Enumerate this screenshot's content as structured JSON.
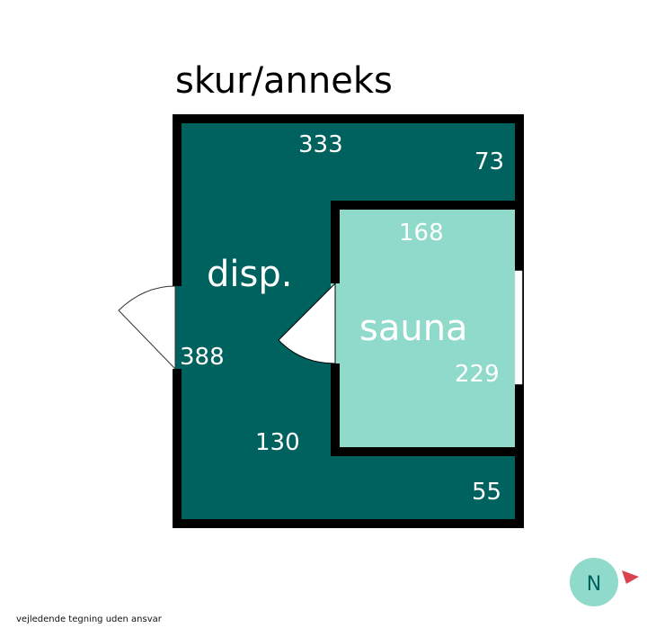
{
  "title": "skur/anneks",
  "rooms": [
    {
      "name": "disp.",
      "color": "#00625e"
    },
    {
      "name": "sauna",
      "color": "#8fdacb"
    }
  ],
  "dimensions": {
    "top_width": "333",
    "top_right_depth": "73",
    "sauna_width": "168",
    "left_height": "388",
    "sauna_height": "229",
    "lower_width": "130",
    "bottom_right_depth": "55"
  },
  "compass": {
    "label": "N",
    "circle_color": "#8fdacb",
    "arrow_color": "#d9434f",
    "icon": "north-arrow-icon"
  },
  "footer": "vejledende tegning uden ansvar"
}
